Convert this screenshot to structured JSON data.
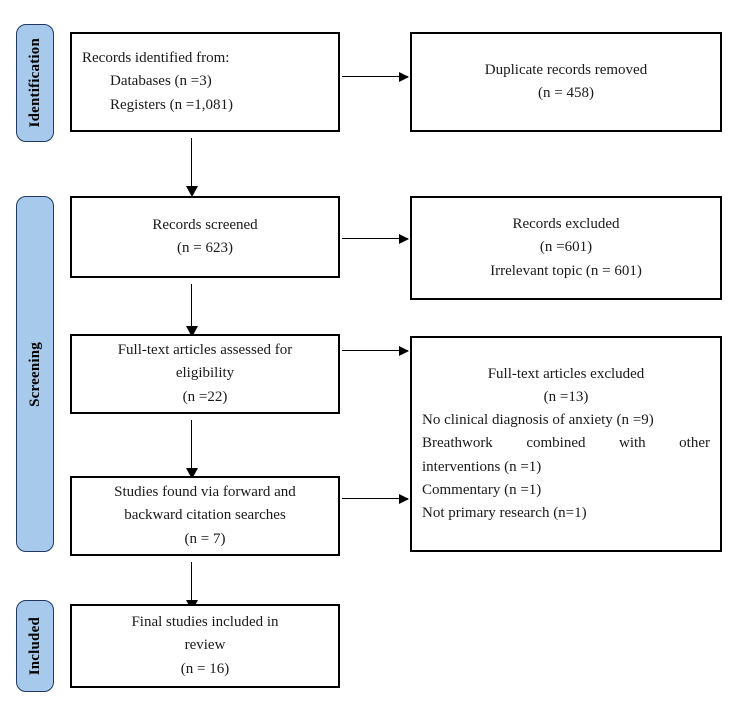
{
  "diagram": {
    "title": "PRISMA flow diagram",
    "accent_color": "#A6C9EC",
    "accent_border_color": "#1F3864",
    "box_border_color": "#000000",
    "background_color": "#FFFFFF"
  },
  "stages": [
    {
      "id": "identification",
      "label": "Identification"
    },
    {
      "id": "screening",
      "label": "Screening"
    },
    {
      "id": "included",
      "label": "Included"
    }
  ],
  "boxes": {
    "records_identified": {
      "lines": [
        "Records identified from:",
        "Databases (n =3)",
        "Registers (n =1,081)"
      ]
    },
    "duplicates_removed": {
      "lines": [
        "Duplicate records removed",
        "(n = 458)"
      ]
    },
    "records_screened": {
      "lines": [
        "Records screened",
        "(n = 623)"
      ]
    },
    "records_excluded": {
      "lines": [
        "Records excluded",
        "(n =601)",
        "Irrelevant topic (n = 601)"
      ]
    },
    "fulltext_assessed": {
      "lines": [
        "Full-text articles assessed for",
        "eligibility",
        "(n =22)"
      ]
    },
    "fulltext_excluded": {
      "heading": "Full-text articles excluded",
      "count": "(n =13)",
      "reasons": [
        "No clinical diagnosis of anxiety (n =9)",
        "Breathwork combined with other",
        "interventions (n =1)",
        "Commentary (n =1)",
        "Not primary research (n=1)"
      ]
    },
    "citation_searches": {
      "lines": [
        "Studies found via forward and",
        "backward citation searches",
        "(n = 7)"
      ]
    },
    "final_included": {
      "lines": [
        "Final studies included in",
        "review",
        "(n = 16)"
      ]
    }
  },
  "arrows": [
    {
      "id": "identified-to-duplicates",
      "direction": "right"
    },
    {
      "id": "identified-to-screened",
      "direction": "down"
    },
    {
      "id": "screened-to-excluded",
      "direction": "right"
    },
    {
      "id": "screened-to-fulltext",
      "direction": "down"
    },
    {
      "id": "fulltext-to-excluded",
      "direction": "right"
    },
    {
      "id": "fulltext-to-citations",
      "direction": "down"
    },
    {
      "id": "citations-to-excluded",
      "direction": "right"
    },
    {
      "id": "citations-to-final",
      "direction": "down"
    }
  ]
}
